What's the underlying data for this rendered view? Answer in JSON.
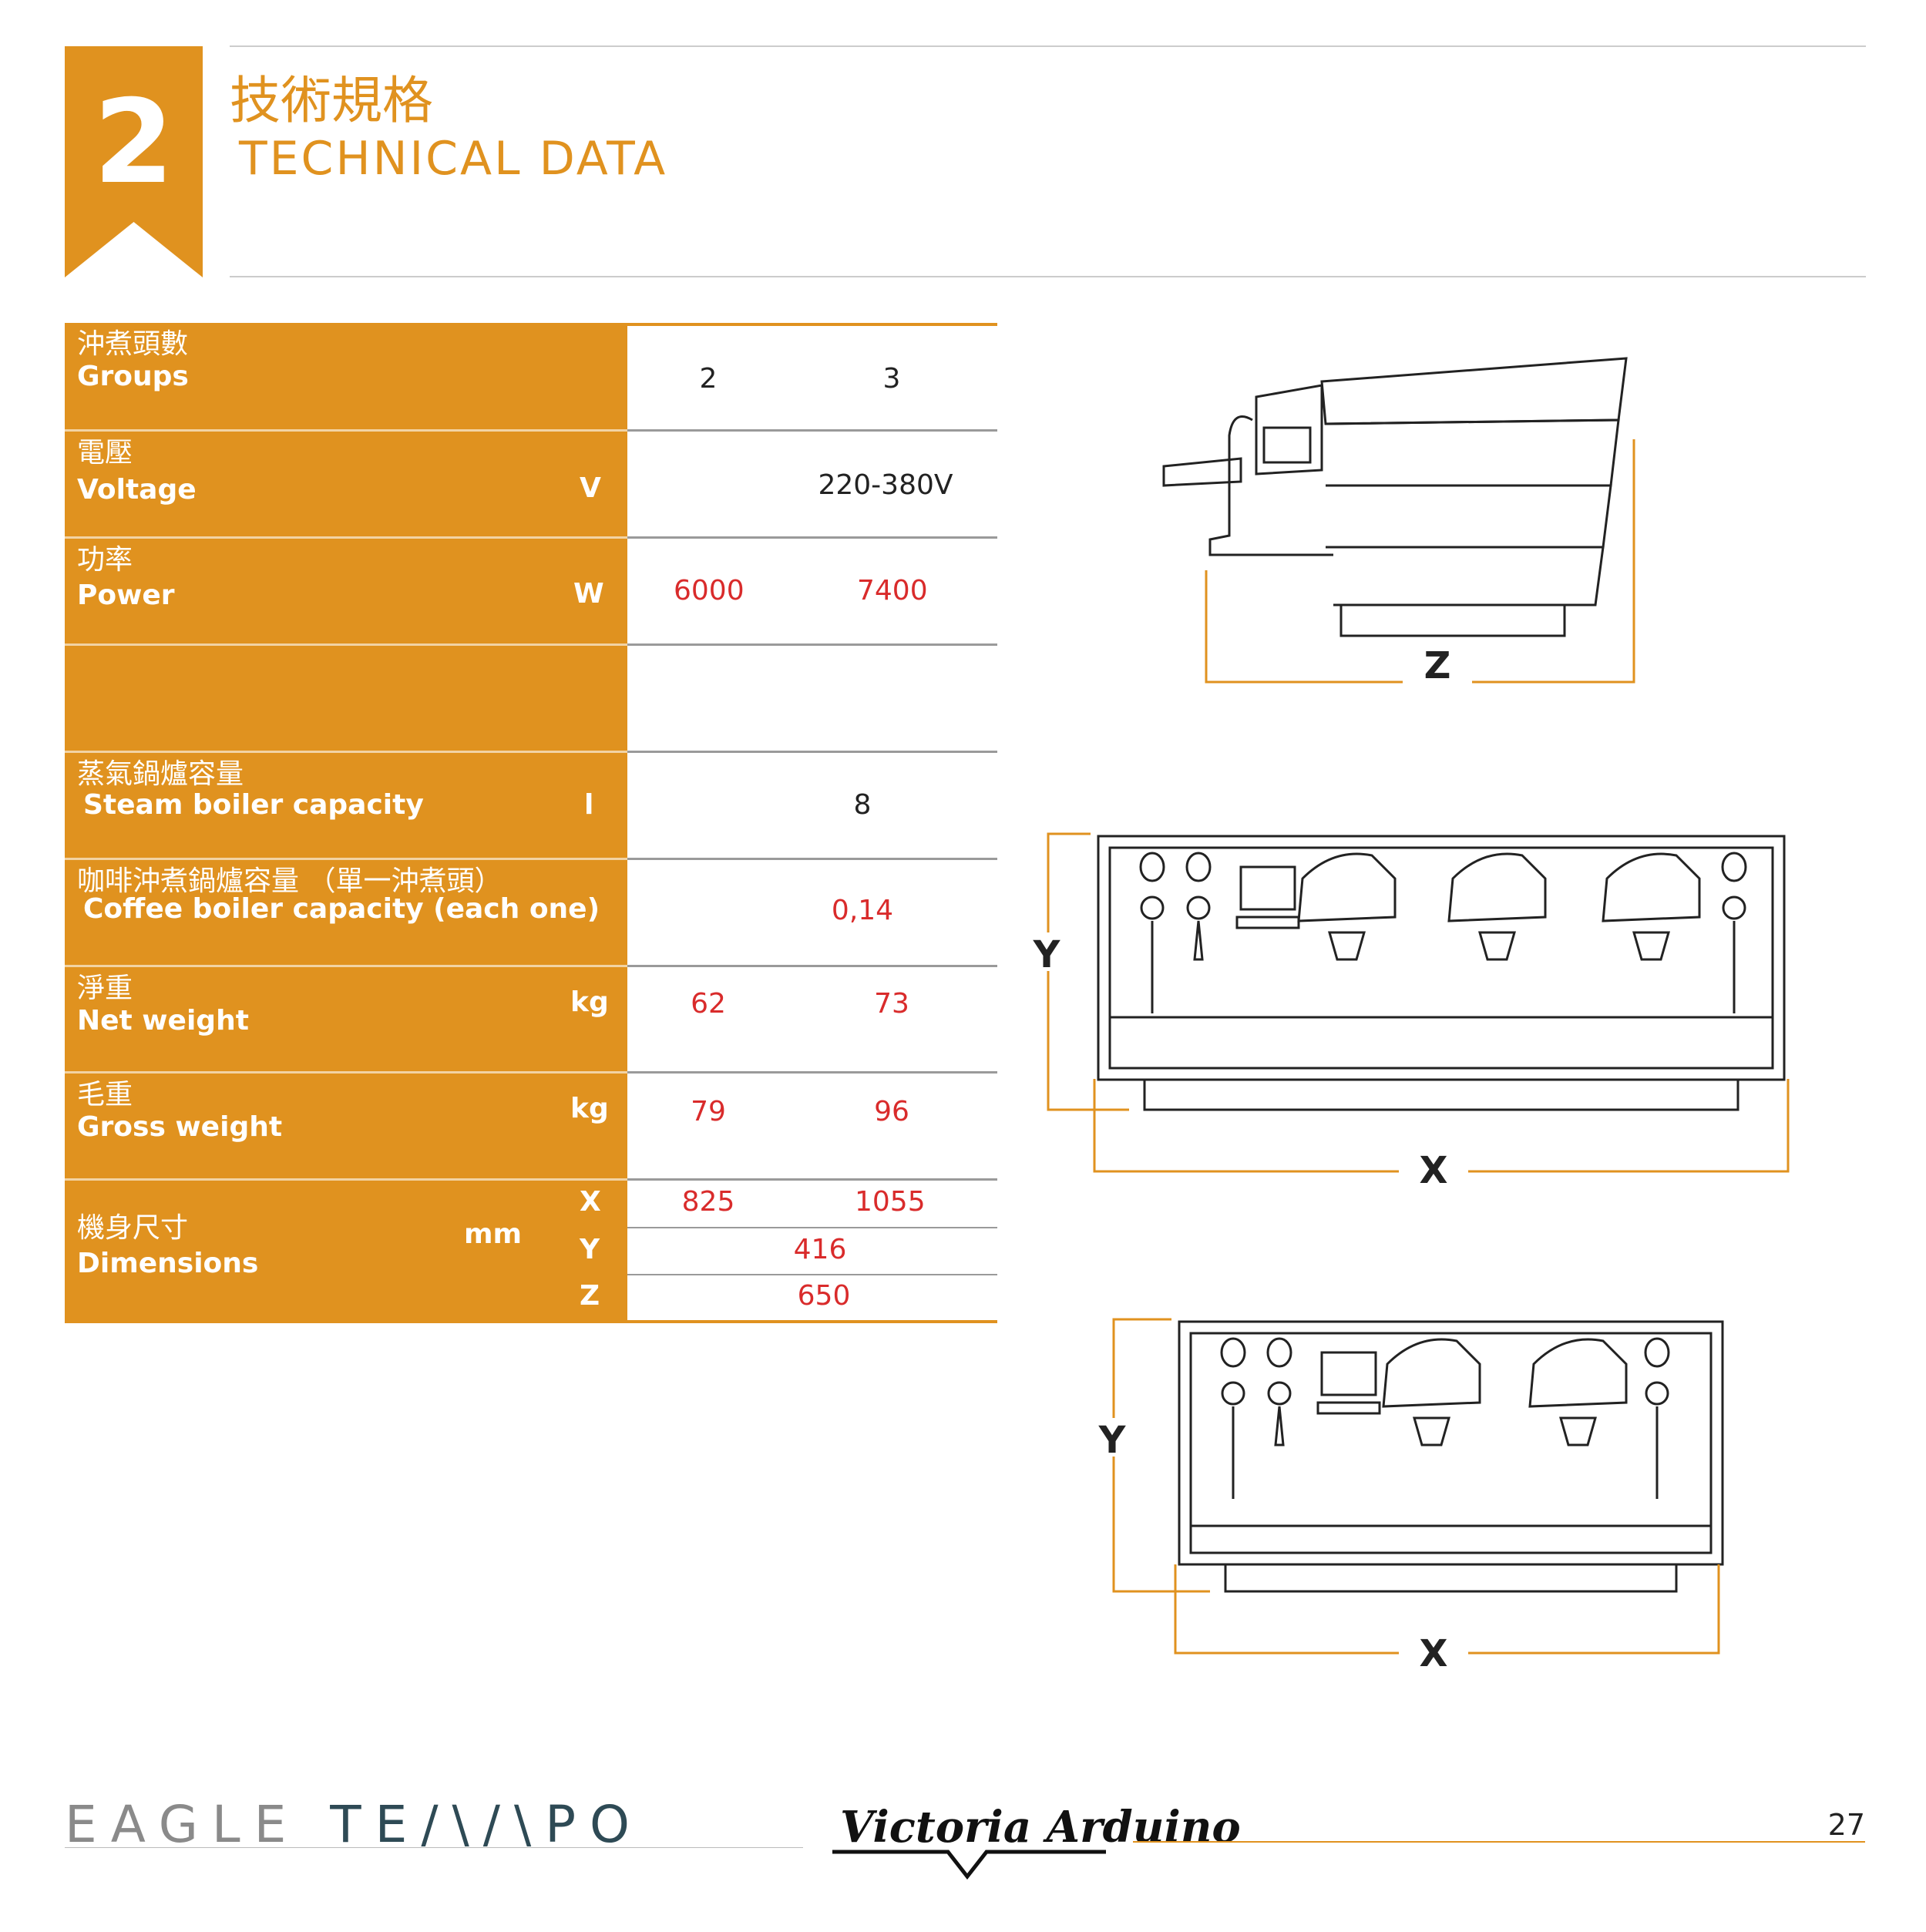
{
  "header": {
    "chapter_number": "2",
    "title_zh": "技術規格",
    "title_en": "TECHNICAL DATA"
  },
  "specs": {
    "groups": {
      "zh": "沖煮頭數",
      "en": "Groups",
      "v2": "2",
      "v3": "3"
    },
    "voltage": {
      "zh": "電壓",
      "en": "Voltage",
      "unit": "V",
      "value": "220-380V"
    },
    "power": {
      "zh": "功率",
      "en": "Power",
      "unit": "W",
      "v2": "6000",
      "v3": "7400"
    },
    "steam_boiler": {
      "zh": "蒸氣鍋爐容量",
      "en": "Steam boiler capacity",
      "unit": "l",
      "value": "8"
    },
    "coffee_boiler": {
      "zh": "咖啡沖煮鍋爐容量 （單一沖煮頭）",
      "en": "Coffee boiler capacity (each one)",
      "value": "0,14"
    },
    "net_weight": {
      "zh": "淨重",
      "en": "Net weight",
      "unit": "kg",
      "v2": "62",
      "v3": "73"
    },
    "gross_weight": {
      "zh": "毛重",
      "en": "Gross weight",
      "unit": "kg",
      "v2": "79",
      "v3": "96"
    },
    "dimensions": {
      "zh": "機身尺寸",
      "en": "Dimensions",
      "unit": "mm",
      "x_label": "X",
      "y_label": "Y",
      "z_label": "Z",
      "x2": "825",
      "x3": "1055",
      "y": "416",
      "z": "650"
    }
  },
  "drawings": {
    "side_view_label": "Z",
    "front3_y_label": "Y",
    "front3_x_label": "X",
    "front2_y_label": "Y",
    "front2_x_label": "X"
  },
  "footer": {
    "brand_part1": "EAGLE",
    "brand_part2": "TE/\\/\\PO",
    "maker": "Victoria Arduino",
    "page_number": "27"
  },
  "colors": {
    "accent": "#E0921F",
    "value_red": "#D92B2B"
  }
}
